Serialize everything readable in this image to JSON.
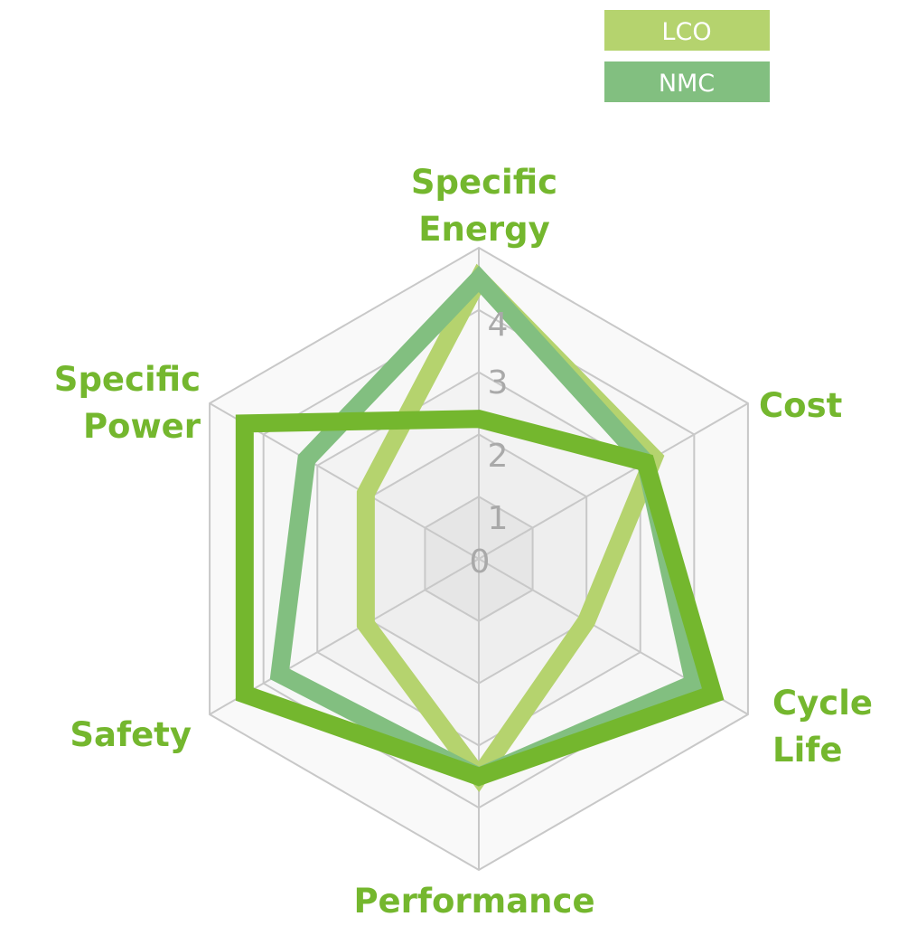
{
  "chart_data": {
    "type": "radar",
    "title": "",
    "axes": [
      [
        "Specific",
        "Energy"
      ],
      [
        "Cost"
      ],
      [
        "Cycle",
        "Life"
      ],
      [
        "Performance"
      ],
      [
        "Safety"
      ],
      [
        "Specific",
        "Power"
      ]
    ],
    "ticks": [
      "0",
      "1",
      "2",
      "3",
      "4"
    ],
    "range": [
      0,
      5
    ],
    "grid": true,
    "legend_position": "top-right",
    "series": [
      {
        "name": "LCO",
        "values": [
          4.5,
          3.25,
          2.0,
          3.5,
          2.1,
          2.1
        ],
        "color": "#b5d36e"
      },
      {
        "name": "NMC",
        "values": [
          4.5,
          3.1,
          4.0,
          3.5,
          3.7,
          3.2
        ],
        "color": "#82bf80"
      },
      {
        "name": "",
        "values": [
          2.25,
          3.1,
          4.35,
          3.5,
          4.35,
          4.35
        ],
        "color": "#74b72e"
      }
    ]
  },
  "colors": {
    "label": "#74b72e",
    "tick": "#a9a9a9",
    "grid_stroke": "#c8c8c8",
    "ring_fills": [
      "#e6e6e6",
      "#eeeeee",
      "#f3f3f3",
      "#f7f7f7",
      "#f9f9f9"
    ]
  }
}
